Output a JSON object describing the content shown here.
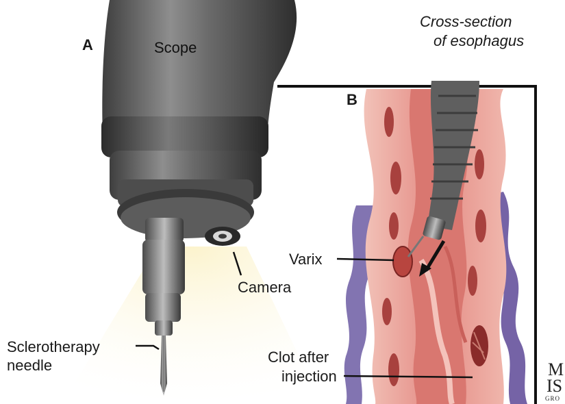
{
  "panel_a": {
    "letter": "A",
    "scope_label": "Scope",
    "camera_label": "Camera",
    "needle_label_line1": "Sclerotherapy",
    "needle_label_line2": "needle"
  },
  "panel_b": {
    "letter": "B",
    "cross_section_line1": "Cross-section",
    "cross_section_line2": "of esophagus",
    "varix_label": "Varix",
    "clot_label_line1": "Clot after",
    "clot_label_line2": "injection"
  },
  "watermark": {
    "line1": "M",
    "line2": "IS",
    "line3": "GRO"
  },
  "colors": {
    "scope_gray": "#5a5a5a",
    "tissue_pink": "#e79a92",
    "vein_purple": "#7b6aa8",
    "light_cone": "#f3e6b0"
  }
}
